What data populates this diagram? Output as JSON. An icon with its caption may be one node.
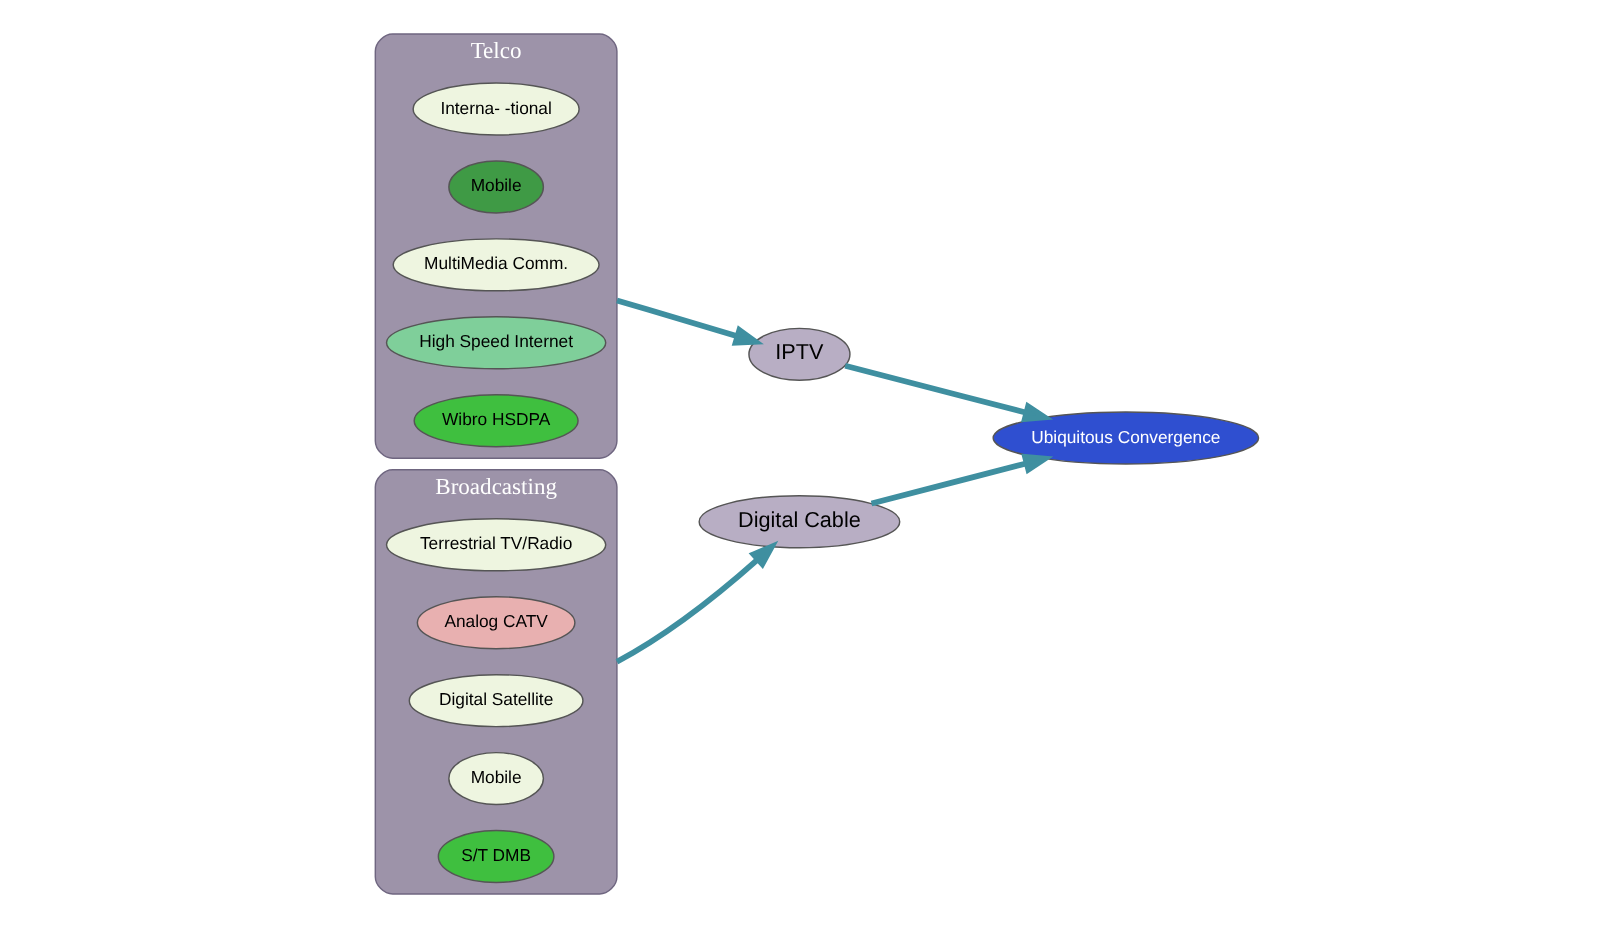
{
  "diagram": {
    "nodes": [
      {
        "text": [
          "Telco"
        ]
      },
      {
        "text": [
          "Interna- -tional"
        ],
        "in": 0
      },
      {
        "text": [
          "Mobile"
        ],
        "in": 0
      },
      {
        "text": [
          "MultiMedia Comm."
        ],
        "in": 0
      },
      {
        "text": [
          "High Speed Internet"
        ],
        "in": 0
      },
      {
        "text": [
          "Wibro HSDPA"
        ],
        "in": 0
      },
      {
        "text": [
          "IPTV"
        ]
      },
      {
        "text": [
          "Ubiquitous Convergence"
        ]
      },
      {
        "text": [
          "Broadcasting"
        ]
      },
      {
        "text": [
          "Terrestrial TV/Radio"
        ],
        "in": 8
      },
      {
        "text": [
          "Analog CATV"
        ],
        "in": 8
      },
      {
        "text": [
          "Digital Satellite"
        ],
        "in": 8
      },
      {
        "text": [
          "Mobile"
        ],
        "in": 8
      },
      {
        "text": [
          "S/T DMB"
        ],
        "in": 8
      },
      {
        "text": [
          "Digital Cable"
        ]
      }
    ],
    "edges": [
      {
        "from": 0,
        "to": 6,
        "arrow": "to"
      },
      {
        "from": 6,
        "to": 7,
        "arrow": "to"
      },
      {
        "from": 8,
        "to": 14,
        "arrow": "to"
      },
      {
        "from": 14,
        "to": 7,
        "arrow": "to"
      }
    ]
  }
}
